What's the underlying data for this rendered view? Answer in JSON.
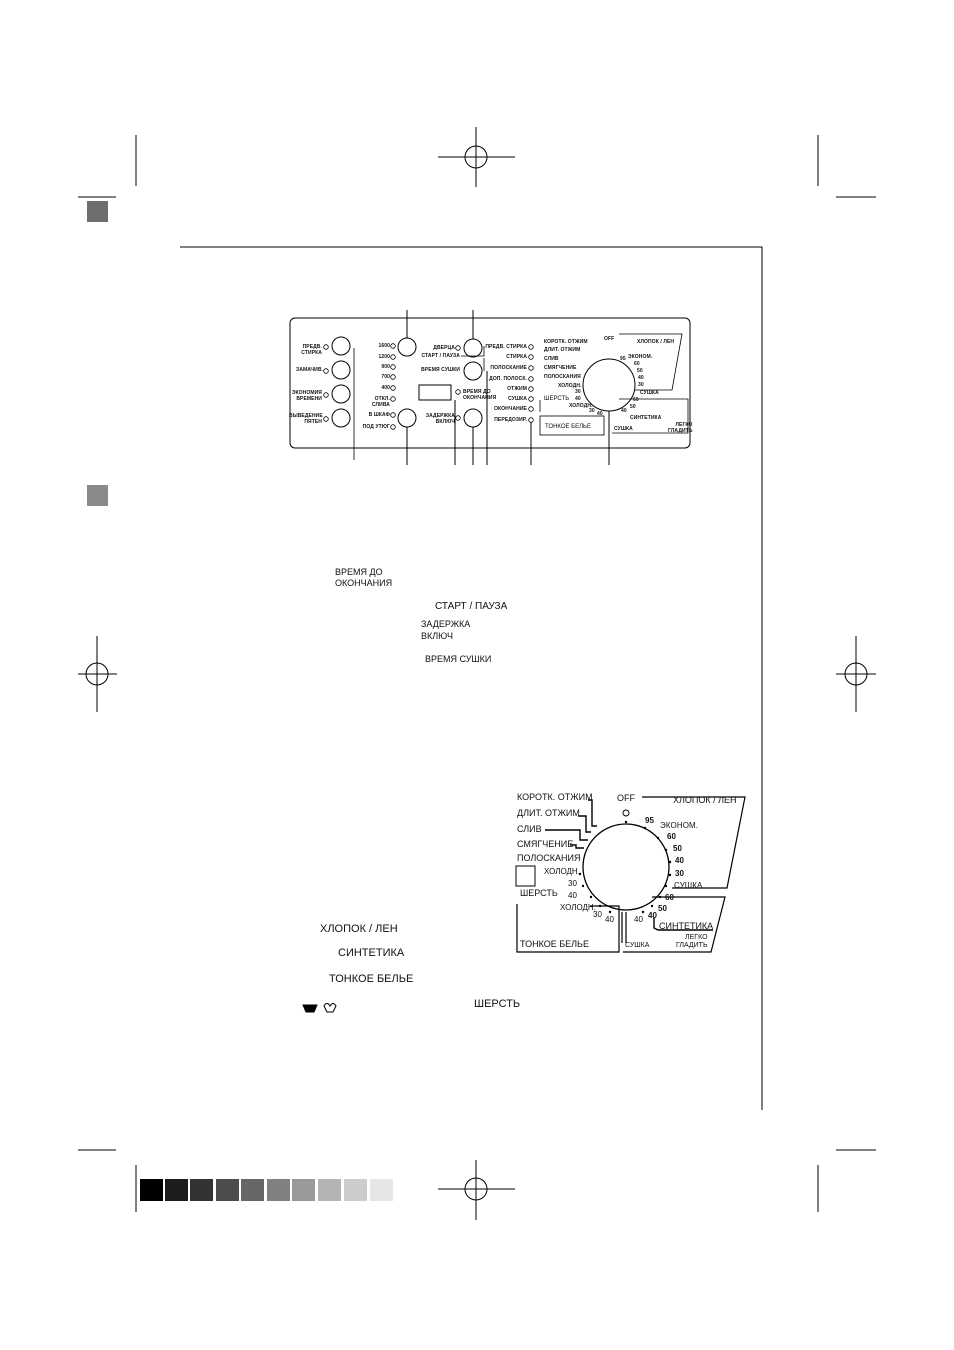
{
  "panel": {
    "left_labels": [
      "ПРЕДВ.\nСТИРКА",
      "ЗАМАЧИВ.",
      "ЭКОНОМИЯ\nВРЕМЕНИ",
      "ВЫВЕДЕНИЕ\nПЯТЕН"
    ],
    "spin_speeds": [
      "1600",
      "1200",
      "900",
      "700",
      "400",
      "ОТКЛ.\nСЛИВА"
    ],
    "rinse_hold": [
      "В ШКАФ",
      "ПОД УТЮГ"
    ],
    "door": "ДВЕРЦА",
    "start_pause": "СТАРТ / ПАУЗА",
    "dry_time": "ВРЕМЯ СУШКИ",
    "time_left": "ВРЕМЯ ДО\nОКОНЧАНИЯ",
    "delay_start": "ЗАДЕРЖКА\nВКЛЮЧ",
    "phases": [
      "ПРЕДВ. СТИРКА",
      "СТИРКА",
      "ПОЛОСКАНИЕ",
      "ДОП. ПОЛОСК.",
      "ОТЖИМ",
      "СУШКА",
      "ОКОНЧАНИЕ",
      "ПЕРЕДОЗИР."
    ]
  },
  "dial": {
    "left_items": [
      "КОРОТК. ОТЖИМ",
      "ДЛИТ. ОТЖИМ",
      "СЛИВ",
      "СМЯГЧЕНИЕ",
      "ПОЛОСКАНИЯ"
    ],
    "off": "OFF",
    "cotton": "ХЛОПОК / ЛЕН",
    "cotton_temps": [
      "95",
      "ЭКОНОМ.",
      "60",
      "50",
      "40",
      "30"
    ],
    "cotton_dry": "СУШКА",
    "synth_temps": [
      "60",
      "50",
      "40"
    ],
    "synthetics": "СИНТЕТИКА",
    "easy_iron": "ЛЕГКО\nГЛАДИТЬ",
    "wool_temps": [
      "ХОЛОДН.",
      "30",
      "40"
    ],
    "wool": "ШЕРСТЬ",
    "delicate_temps": [
      "ХОЛОДН.",
      "30",
      "40"
    ],
    "delicates": "ТОНКОЕ БЕЛЬЕ",
    "dry": "СУШКА"
  },
  "text_refs": {
    "time_left": "ВРЕМЯ ДО\nОКОНЧАНИЯ",
    "start_pause": "СТАРТ / ПАУЗА",
    "delay_start": "ЗАДЕРЖКА\nВКЛЮЧ",
    "dry_time": "ВРЕМЯ СУШКИ",
    "cotton": "ХЛОПОК / ЛЕН",
    "synthetics": "СИНТЕТИКА",
    "delicates": "ТОНКОЕ БЕЛЬЕ",
    "wool": "ШЕРСТЬ"
  },
  "colors": {
    "marker_gray": "#6e6e6e",
    "swatches": [
      "#000000",
      "#1c1c1c",
      "#333333",
      "#4c4c4c",
      "#666666",
      "#808080",
      "#999999",
      "#b3b3b3",
      "#cccccc",
      "#e6e6e6"
    ]
  }
}
